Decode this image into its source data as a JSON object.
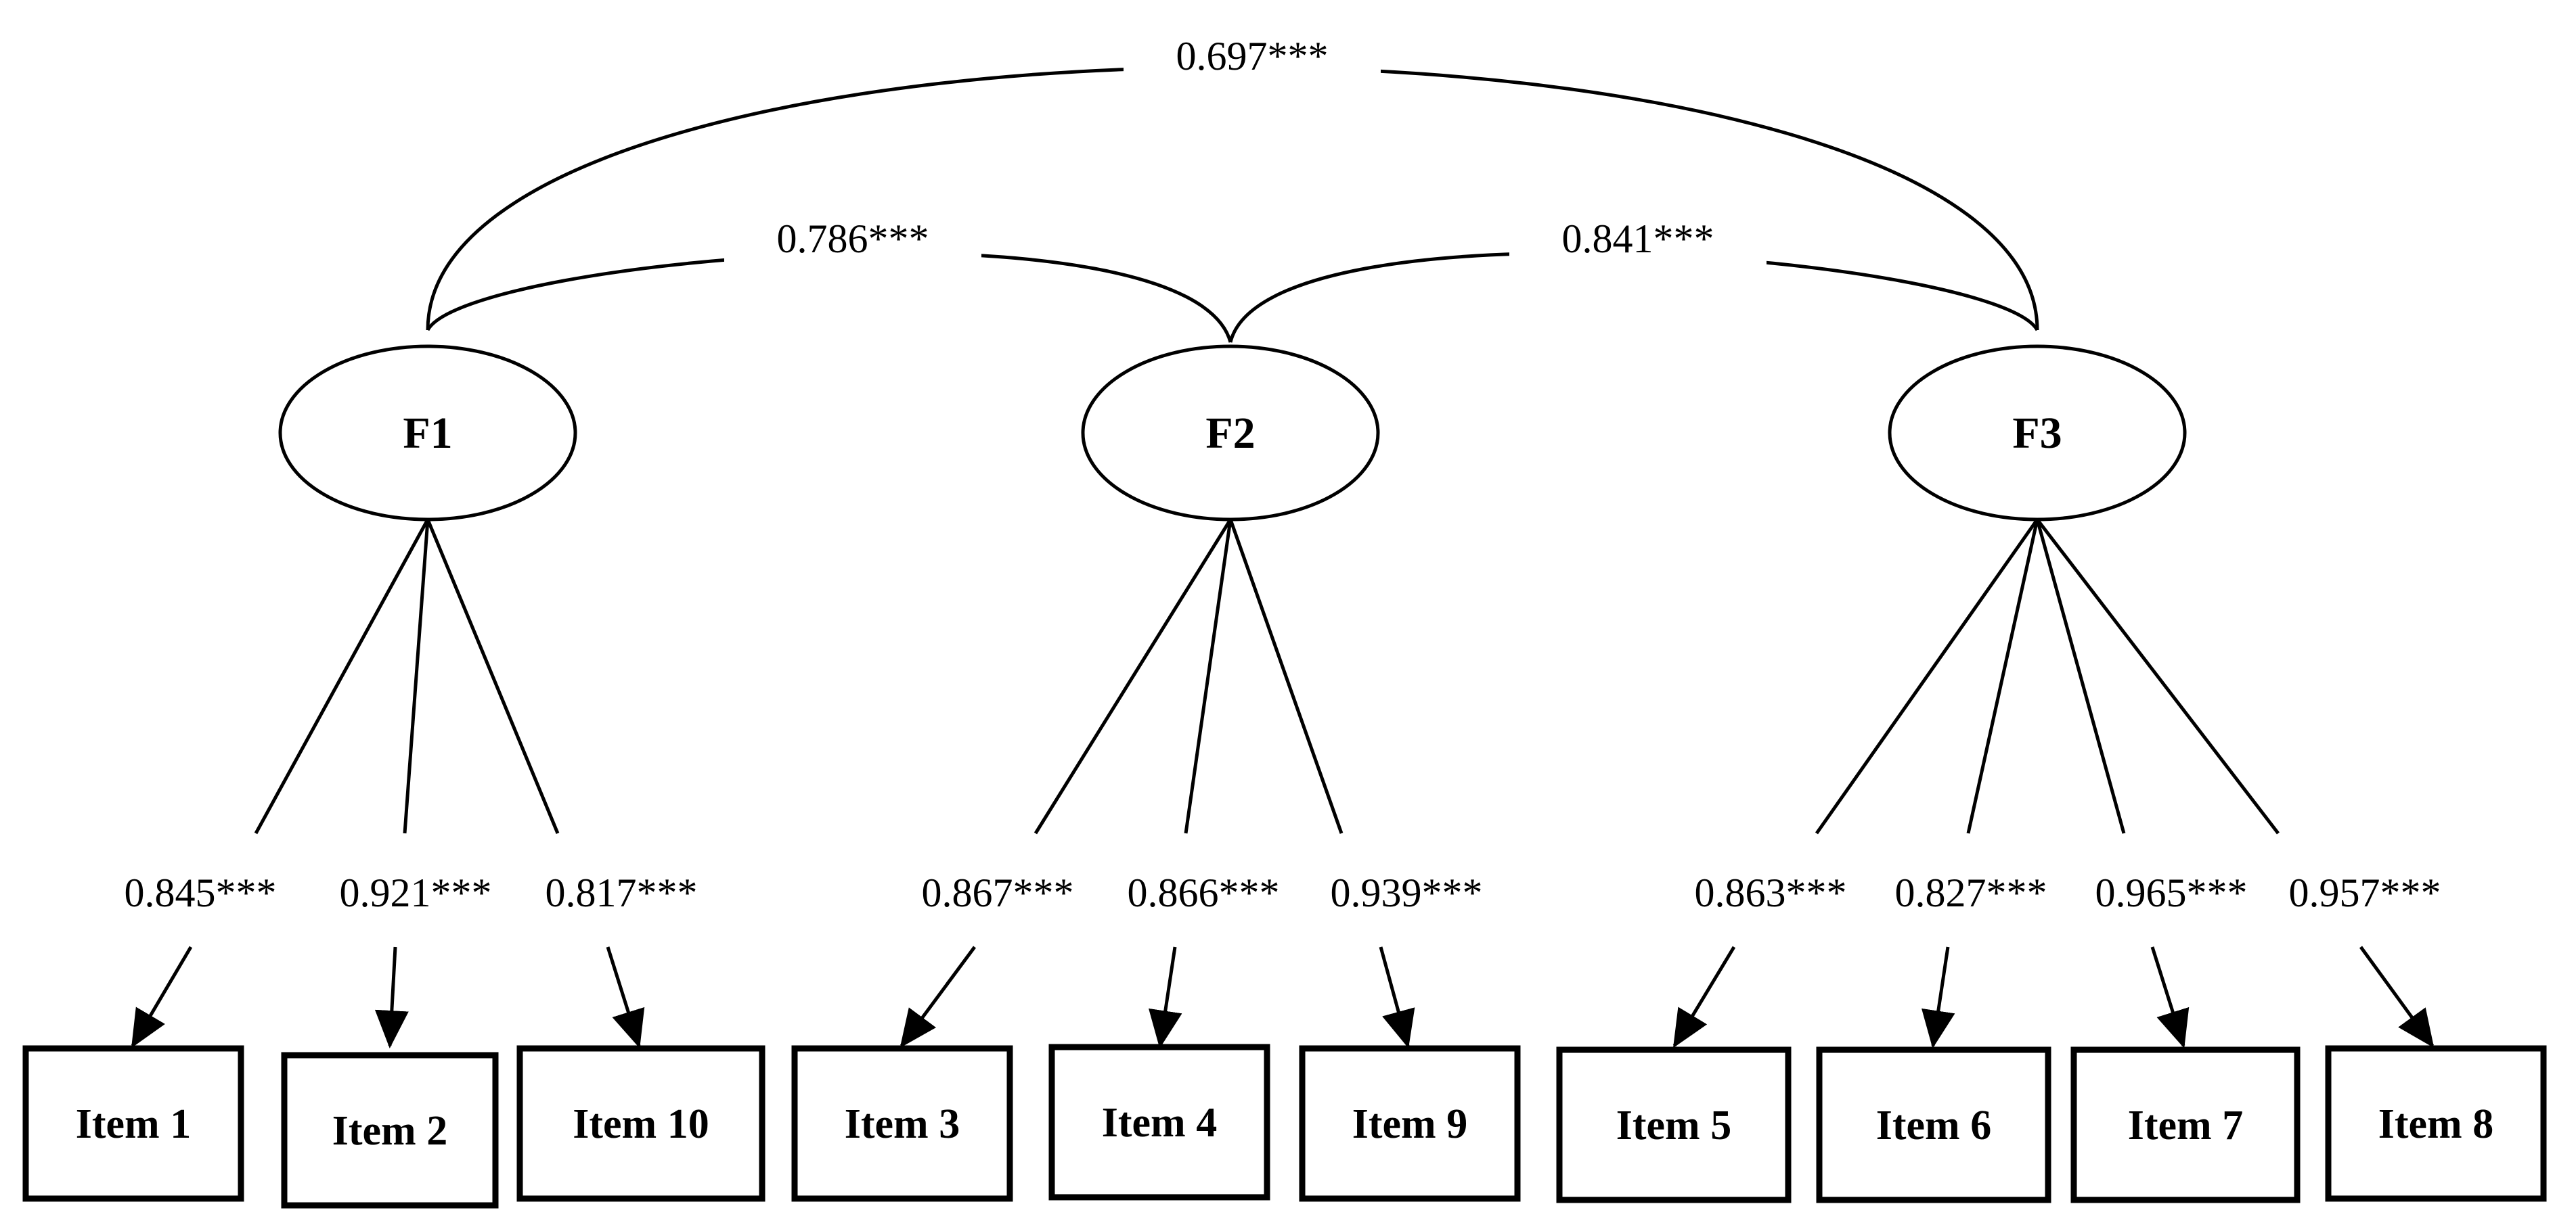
{
  "factors": [
    {
      "id": "F1",
      "label": "F1"
    },
    {
      "id": "F2",
      "label": "F2"
    },
    {
      "id": "F3",
      "label": "F3"
    }
  ],
  "correlations": [
    {
      "from": "F1",
      "to": "F3",
      "value": "0.697***"
    },
    {
      "from": "F1",
      "to": "F2",
      "value": "0.786***"
    },
    {
      "from": "F2",
      "to": "F3",
      "value": "0.841***"
    }
  ],
  "items": [
    {
      "label": "Item 1",
      "factor": "F1",
      "loading": "0.845***"
    },
    {
      "label": "Item 2",
      "factor": "F1",
      "loading": "0.921***"
    },
    {
      "label": "Item 10",
      "factor": "F1",
      "loading": "0.817***"
    },
    {
      "label": "Item 3",
      "factor": "F2",
      "loading": "0.867***"
    },
    {
      "label": "Item 4",
      "factor": "F2",
      "loading": "0.866***"
    },
    {
      "label": "Item 9",
      "factor": "F2",
      "loading": "0.939***"
    },
    {
      "label": "Item 5",
      "factor": "F3",
      "loading": "0.863***"
    },
    {
      "label": "Item 6",
      "factor": "F3",
      "loading": "0.827***"
    },
    {
      "label": "Item 7",
      "factor": "F3",
      "loading": "0.965***"
    },
    {
      "label": "Item 8",
      "factor": "F3",
      "loading": "0.957***"
    }
  ],
  "colors": {
    "stroke": "#000000",
    "background": "#ffffff"
  }
}
